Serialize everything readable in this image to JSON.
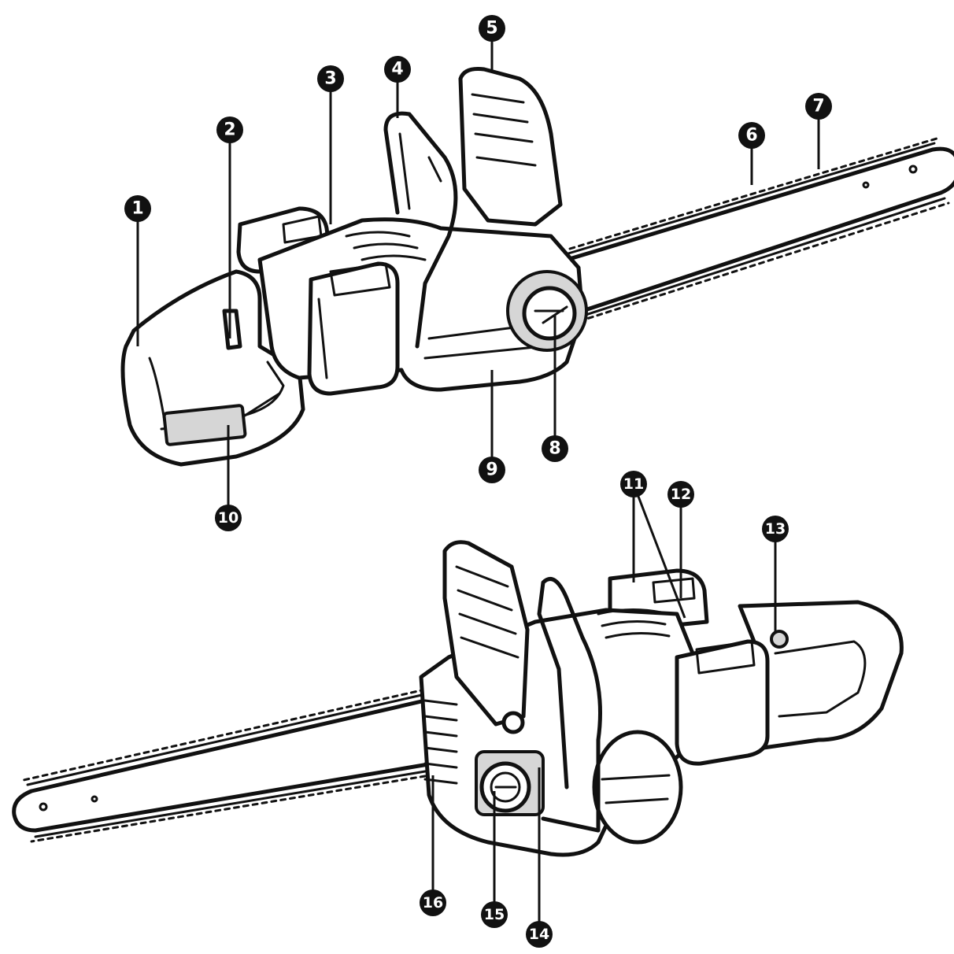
{
  "callouts": [
    {
      "id": "1",
      "label": "1"
    },
    {
      "id": "2",
      "label": "2"
    },
    {
      "id": "3",
      "label": "3"
    },
    {
      "id": "4",
      "label": "4"
    },
    {
      "id": "5",
      "label": "5"
    },
    {
      "id": "6",
      "label": "6"
    },
    {
      "id": "7",
      "label": "7"
    },
    {
      "id": "8",
      "label": "8"
    },
    {
      "id": "9",
      "label": "9"
    },
    {
      "id": "10",
      "label": "10"
    },
    {
      "id": "11",
      "label": "11"
    },
    {
      "id": "12",
      "label": "12"
    },
    {
      "id": "13",
      "label": "13"
    },
    {
      "id": "14",
      "label": "14"
    },
    {
      "id": "15",
      "label": "15"
    },
    {
      "id": "16",
      "label": "16"
    }
  ],
  "colors": {
    "ink": "#111111",
    "background": "#ffffff",
    "shade": "#d6d6d6"
  }
}
